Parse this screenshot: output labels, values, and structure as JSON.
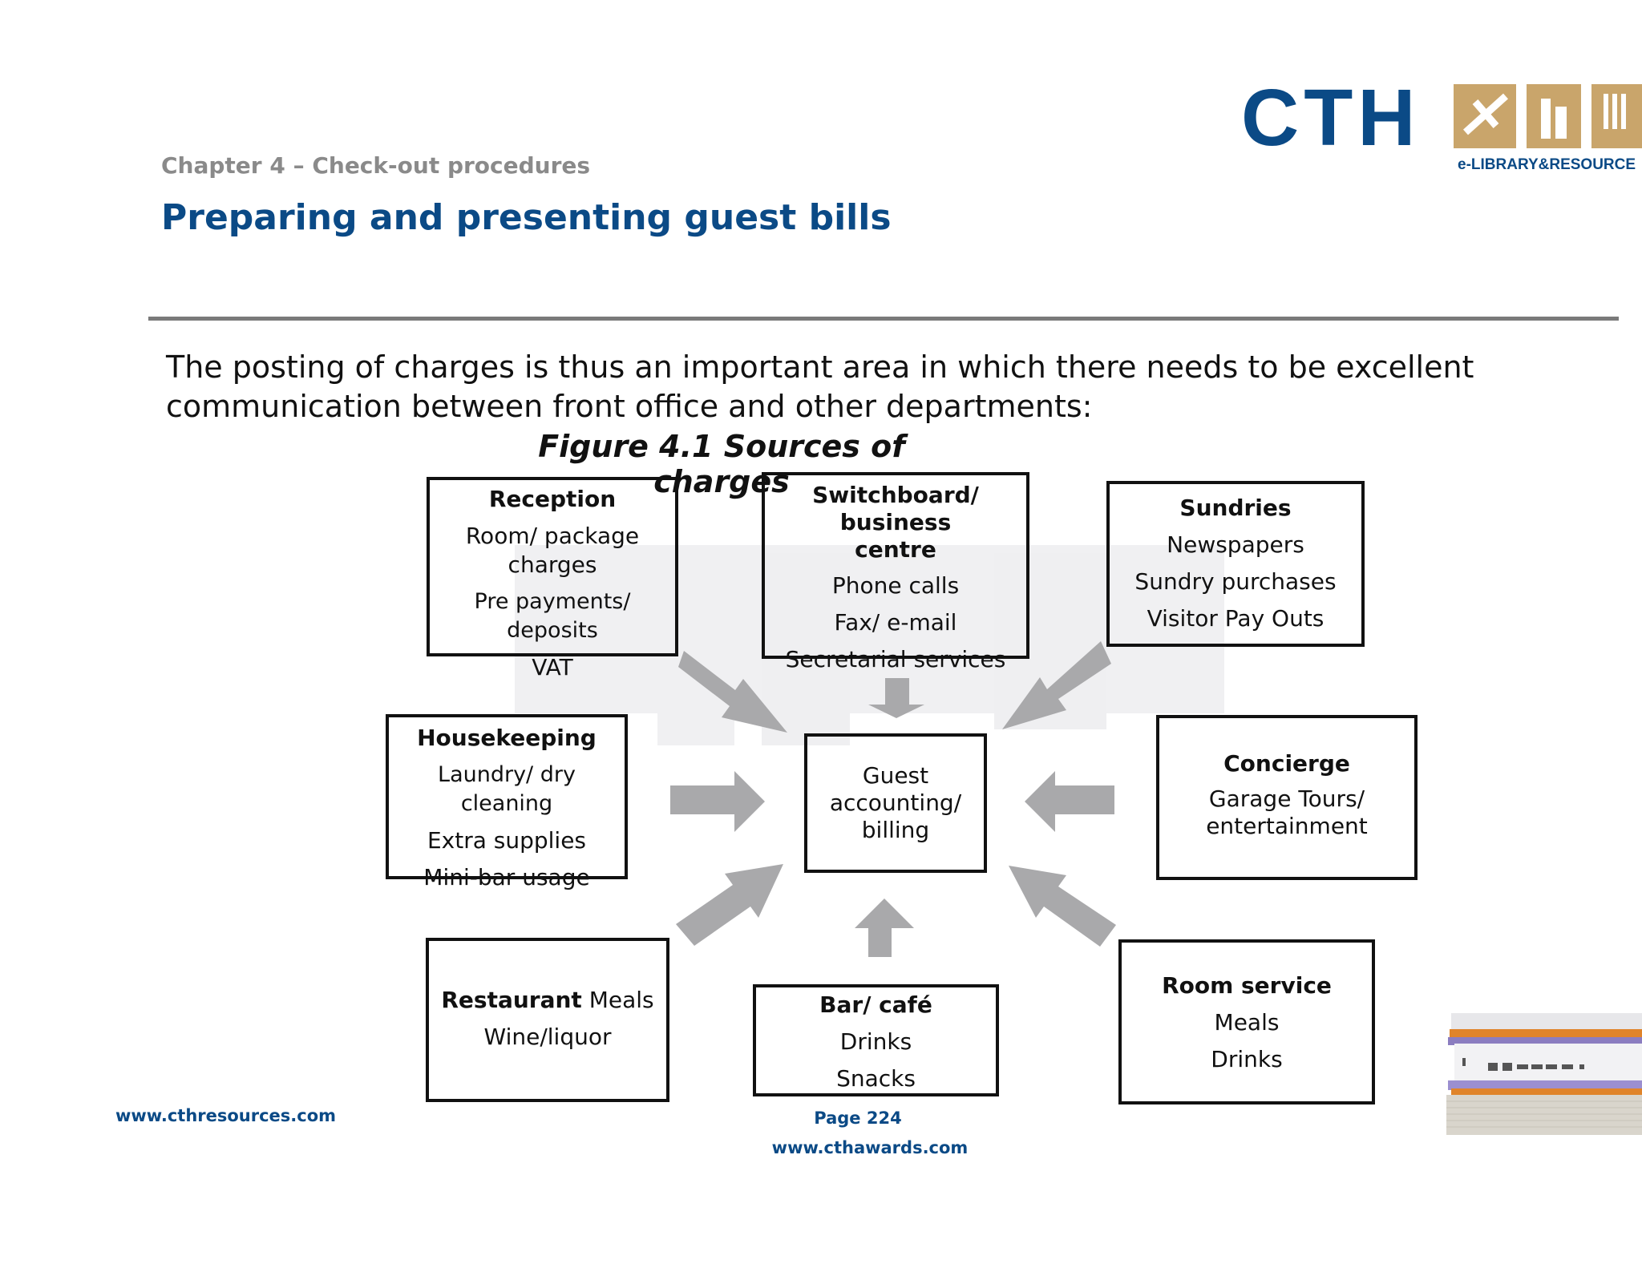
{
  "header": {
    "chapter": "Chapter 4 – Check-out procedures",
    "title": "Preparing and presenting guest bills"
  },
  "logo": {
    "letters": "CTH",
    "tagline": "e-LIBRARY & RESOURCE",
    "brand_color": "#0b4a86",
    "tile_color": "#c9a56b"
  },
  "intro": "The posting of charges is thus an important area in which there needs to be excellent communication between front office and other departments:",
  "figure": {
    "title": "Figure 4.1 Sources of charges",
    "center": {
      "lines": [
        "Guest",
        "accounting/",
        "billing"
      ]
    },
    "reception": {
      "heading": "Reception",
      "items": [
        "Room/ package",
        "charges",
        "Pre payments/ deposits",
        "VAT"
      ]
    },
    "switchboard": {
      "heading_line1": "Switchboard/ business",
      "heading_line2": "centre",
      "items": [
        "Phone calls",
        "Fax/ e-mail",
        "Secretarial services"
      ]
    },
    "sundries": {
      "heading": "Sundries",
      "items": [
        "Newspapers",
        "Sundry purchases",
        "Visitor Pay Outs"
      ]
    },
    "housekeeping": {
      "heading": "Housekeeping",
      "items": [
        "Laundry/ dry cleaning",
        "Extra supplies",
        "Mini-bar usage"
      ]
    },
    "concierge": {
      "heading": "Concierge",
      "items": [
        "Garage Tours/",
        "entertainment"
      ]
    },
    "restaurant": {
      "heading": "Restaurant",
      "inline": " Meals",
      "items": [
        "Wine/liquor"
      ]
    },
    "bar": {
      "heading": "Bar/ café",
      "items": [
        "Drinks",
        "Snacks"
      ]
    },
    "room_service": {
      "heading": "Room service",
      "items": [
        "Meals",
        "Drinks"
      ]
    },
    "arrow_color": "#a9a9ab"
  },
  "footer": {
    "left_url": "www.cthresources.com",
    "page": "Page  224",
    "center_url": "www.cthawards.com"
  }
}
